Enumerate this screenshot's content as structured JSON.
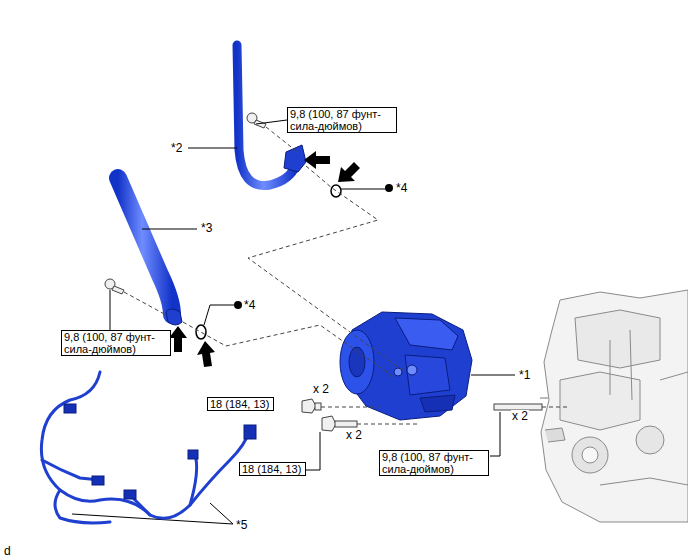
{
  "diagram": {
    "nodes": [
      {
        "text": [
          "9,8 (100, 87 фунт-сила-дюймов)"
        ]
      },
      {
        "text": [
          "9,8 (100, 87 фунт-сила-дюймов)"
        ]
      },
      {
        "text": [
          "18 (184, 13)"
        ]
      },
      {
        "text": [
          "18 (184, 13)"
        ]
      },
      {
        "text": [
          "9,8 (100, 87 фунт-сила-дюймов)"
        ]
      }
    ],
    "labels": [
      "*2",
      "*4",
      "*3",
      "*4",
      "*1",
      "x 2",
      "x 2",
      "x 2",
      "*5",
      "d"
    ]
  }
}
